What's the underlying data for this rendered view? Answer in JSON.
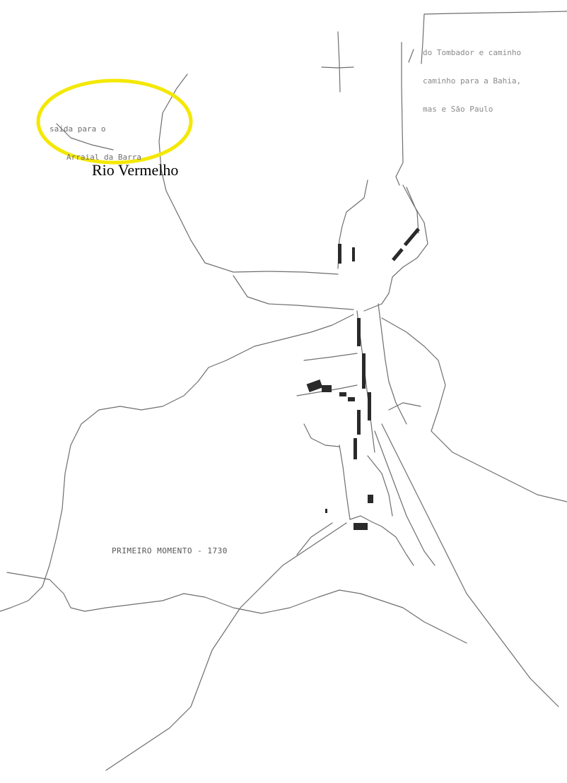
{
  "labels": {
    "top_right_note": [
      "do Tombador e caminho",
      "caminho para a Bahia,",
      "mas e São Paulo"
    ],
    "exit_note": [
      "saída para o",
      "Arraial da Barra"
    ],
    "river_name": "Rio Vermelho",
    "period_caption": "PRIMEIRO MOMENTO - 1730"
  },
  "colors": {
    "highlight_circle": "#f4e800",
    "line": "#6e6e6e",
    "block": "#2a2a2a"
  }
}
